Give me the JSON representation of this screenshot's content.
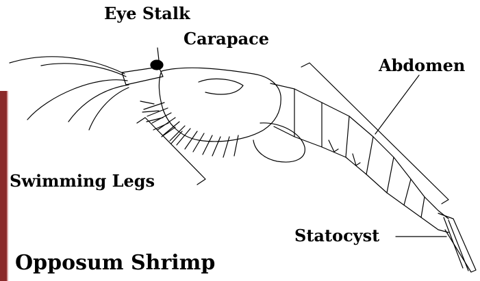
{
  "labels": {
    "eye_stalk": "Eye Stalk",
    "carapace": "Carapace",
    "abdomen": "Abdomen",
    "swimming_legs": "Swimming Legs",
    "statocyst": "Statocyst"
  },
  "title": "Opposum Shrimp",
  "colors": {
    "side_bar": "#8b2a2a",
    "ink": "#000000"
  }
}
